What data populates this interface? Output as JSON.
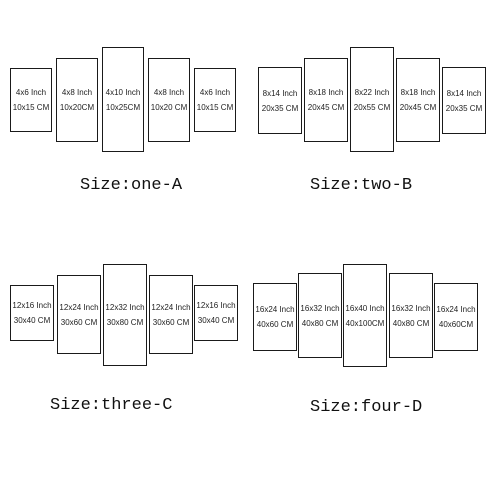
{
  "sets": [
    {
      "label": "Size:one-A",
      "panels": [
        {
          "inch": "4x6 Inch",
          "cm": "10x15 CM"
        },
        {
          "inch": "4x8 Inch",
          "cm": "10x20CM"
        },
        {
          "inch": "4x10 Inch",
          "cm": "10x25CM"
        },
        {
          "inch": "4x8 Inch",
          "cm": "10x20 CM"
        },
        {
          "inch": "4x6 Inch",
          "cm": "10x15 CM"
        }
      ]
    },
    {
      "label": "Size:two-B",
      "panels": [
        {
          "inch": "8x14 Inch",
          "cm": "20x35 CM"
        },
        {
          "inch": "8x18 Inch",
          "cm": "20x45 CM"
        },
        {
          "inch": "8x22 Inch",
          "cm": "20x55 CM"
        },
        {
          "inch": "8x18 Inch",
          "cm": "20x45 CM"
        },
        {
          "inch": "8x14 Inch",
          "cm": "20x35 CM"
        }
      ]
    },
    {
      "label": "Size:three-C",
      "panels": [
        {
          "inch": "12x16 Inch",
          "cm": "30x40 CM"
        },
        {
          "inch": "12x24 Inch",
          "cm": "30x60 CM"
        },
        {
          "inch": "12x32 Inch",
          "cm": "30x80 CM"
        },
        {
          "inch": "12x24 Inch",
          "cm": "30x60 CM"
        },
        {
          "inch": "12x16 Inch",
          "cm": "30x40 CM"
        }
      ]
    },
    {
      "label": "Size:four-D",
      "panels": [
        {
          "inch": "16x24 Inch",
          "cm": "40x60 CM"
        },
        {
          "inch": "16x32 Inch",
          "cm": "40x80 CM"
        },
        {
          "inch": "16x40 Inch",
          "cm": "40x100CM"
        },
        {
          "inch": "16x32 Inch",
          "cm": "40x80 CM"
        },
        {
          "inch": "16x24 Inch",
          "cm": "40x60CM"
        }
      ]
    }
  ]
}
